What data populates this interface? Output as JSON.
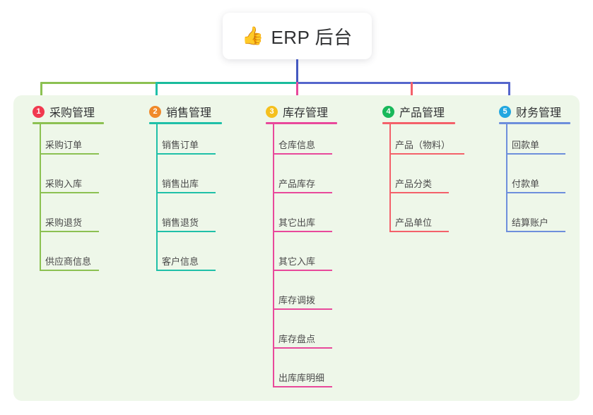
{
  "root": {
    "icon": "thumbs-up-icon",
    "emoji": "👍",
    "title": "ERP 后台"
  },
  "colors": {
    "panel_bg": "#eef7e9",
    "canvas_bg": "#ffffff",
    "root_stem": "#4559c0",
    "trunk_left": "#8cc152",
    "trunk_mid": "#1abc9c",
    "trunk_right": "#5566cc"
  },
  "columns": [
    {
      "index": "1",
      "title": "采购管理",
      "badge_color": "#f1394f",
      "line_color": "#8cc152",
      "items": [
        "采购订单",
        "采购入库",
        "采购退货",
        "供应商信息"
      ]
    },
    {
      "index": "2",
      "title": "销售管理",
      "badge_color": "#f0892a",
      "line_color": "#1fc0a8",
      "items": [
        "销售订单",
        "销售出库",
        "销售退货",
        "客户信息"
      ]
    },
    {
      "index": "3",
      "title": "库存管理",
      "badge_color": "#f5c01e",
      "line_color": "#e8499b",
      "items": [
        "仓库信息",
        "产品库存",
        "其它出库",
        "其它入库",
        "库存调拨",
        "库存盘点",
        "出库库明细"
      ]
    },
    {
      "index": "4",
      "title": "产品管理",
      "badge_color": "#18b85a",
      "line_color": "#f4616a",
      "items": [
        "产品（物料）",
        "产品分类",
        "产品单位"
      ]
    },
    {
      "index": "5",
      "title": "财务管理",
      "badge_color": "#22a7e0",
      "line_color": "#6e8fdc",
      "items": [
        "回款单",
        "付款单",
        "结算账户"
      ]
    }
  ]
}
